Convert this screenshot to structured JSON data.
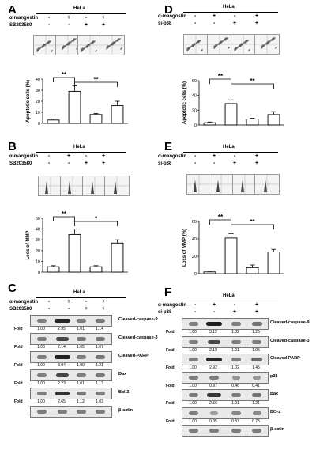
{
  "cell_line": "HeLa",
  "fold_label": "Fold",
  "stars": {
    "double": "**",
    "single": "*"
  },
  "left": {
    "drug": "α-mangostin",
    "inhib": "SB203580",
    "signs": {
      "drug": [
        "-",
        "+",
        "-",
        "+"
      ],
      "inhib": [
        "-",
        "-",
        "+",
        "+"
      ]
    }
  },
  "right": {
    "drug": "α-mangostin",
    "inhib": "si-p38",
    "signs": {
      "drug": [
        "-",
        "+",
        "-",
        "+"
      ],
      "inhib": [
        "-",
        "-",
        "+",
        "+"
      ]
    }
  },
  "panels": {
    "A": "A",
    "B": "B",
    "C": "C",
    "D": "D",
    "E": "E",
    "F": "F"
  },
  "chart_data": [
    {
      "panel": "A",
      "type": "bar",
      "ylabel": "Apoptotic cells (%)",
      "ylim": [
        0,
        40
      ],
      "yticks": [
        0,
        10,
        20,
        30,
        40
      ],
      "values": [
        3,
        29,
        8,
        16
      ],
      "errors": [
        1,
        5,
        1,
        4
      ],
      "sig": [
        {
          "from": 0,
          "to": 1,
          "label": "**"
        },
        {
          "from": 1,
          "to": 3,
          "label": "**"
        }
      ]
    },
    {
      "panel": "B",
      "type": "bar",
      "ylabel": "Loss of MMP",
      "ylim": [
        0,
        50
      ],
      "yticks": [
        0,
        10,
        20,
        30,
        40,
        50
      ],
      "values": [
        5,
        35,
        5,
        27
      ],
      "errors": [
        1,
        5,
        1,
        3
      ],
      "sig": [
        {
          "from": 0,
          "to": 1,
          "label": "**"
        },
        {
          "from": 1,
          "to": 3,
          "label": "*"
        }
      ]
    },
    {
      "panel": "D",
      "type": "bar",
      "ylabel": "Apoptotic cells (%)",
      "ylim": [
        0,
        60
      ],
      "yticks": [
        0,
        20,
        40,
        60
      ],
      "values": [
        3,
        29,
        8,
        14
      ],
      "errors": [
        1,
        5,
        1,
        4
      ],
      "sig": [
        {
          "from": 0,
          "to": 1,
          "label": "**"
        },
        {
          "from": 1,
          "to": 3,
          "label": "**"
        }
      ]
    },
    {
      "panel": "E",
      "type": "bar",
      "ylabel": "Loss of MMP (%)",
      "ylim": [
        0,
        60
      ],
      "yticks": [
        0,
        20,
        40,
        60
      ],
      "values": [
        2,
        41,
        7,
        25
      ],
      "errors": [
        1,
        5,
        3,
        3
      ],
      "sig": [
        {
          "from": 0,
          "to": 1,
          "label": "**"
        },
        {
          "from": 1,
          "to": 3,
          "label": "**"
        }
      ]
    }
  ],
  "blots": {
    "C": [
      {
        "name": "Cleaved-caspase-9",
        "folds": [
          "1.00",
          "2.95",
          "1.01",
          "1.14"
        ]
      },
      {
        "name": "Cleaved-caspase-3",
        "folds": [
          "1.00",
          "2.14",
          "1.05",
          "1.07"
        ]
      },
      {
        "name": "Cleaved-PARP",
        "folds": [
          "1.00",
          "3.04",
          "1.00",
          "1.21"
        ]
      },
      {
        "name": "Bax",
        "folds": [
          "1.00",
          "2.23",
          "1.01",
          "1.13"
        ]
      },
      {
        "name": "Bcl-2",
        "folds": [
          "1.00",
          "2.65",
          "1.12",
          "1.03"
        ]
      },
      {
        "name": "β-actin",
        "folds": []
      }
    ],
    "F": [
      {
        "name": "Cleaved-caspase-9",
        "folds": [
          "1.00",
          "3.12",
          "1.02",
          "1.25"
        ]
      },
      {
        "name": "Cleaved-caspase-3",
        "folds": [
          "1.00",
          "2.19",
          "1.01",
          "1.05"
        ]
      },
      {
        "name": "Cleaved-PARP",
        "folds": [
          "1.00",
          "2.92",
          "1.02",
          "1.45"
        ]
      },
      {
        "name": "p38",
        "folds": [
          "1.00",
          "0.97",
          "0.46",
          "0.41"
        ]
      },
      {
        "name": "Bax",
        "folds": [
          "1.00",
          "2.56",
          "1.01",
          "1.21"
        ]
      },
      {
        "name": "Bcl-2",
        "folds": [
          "1.00",
          "0.35",
          "0.87",
          "0.75"
        ]
      },
      {
        "name": "β-actin",
        "folds": []
      }
    ]
  }
}
